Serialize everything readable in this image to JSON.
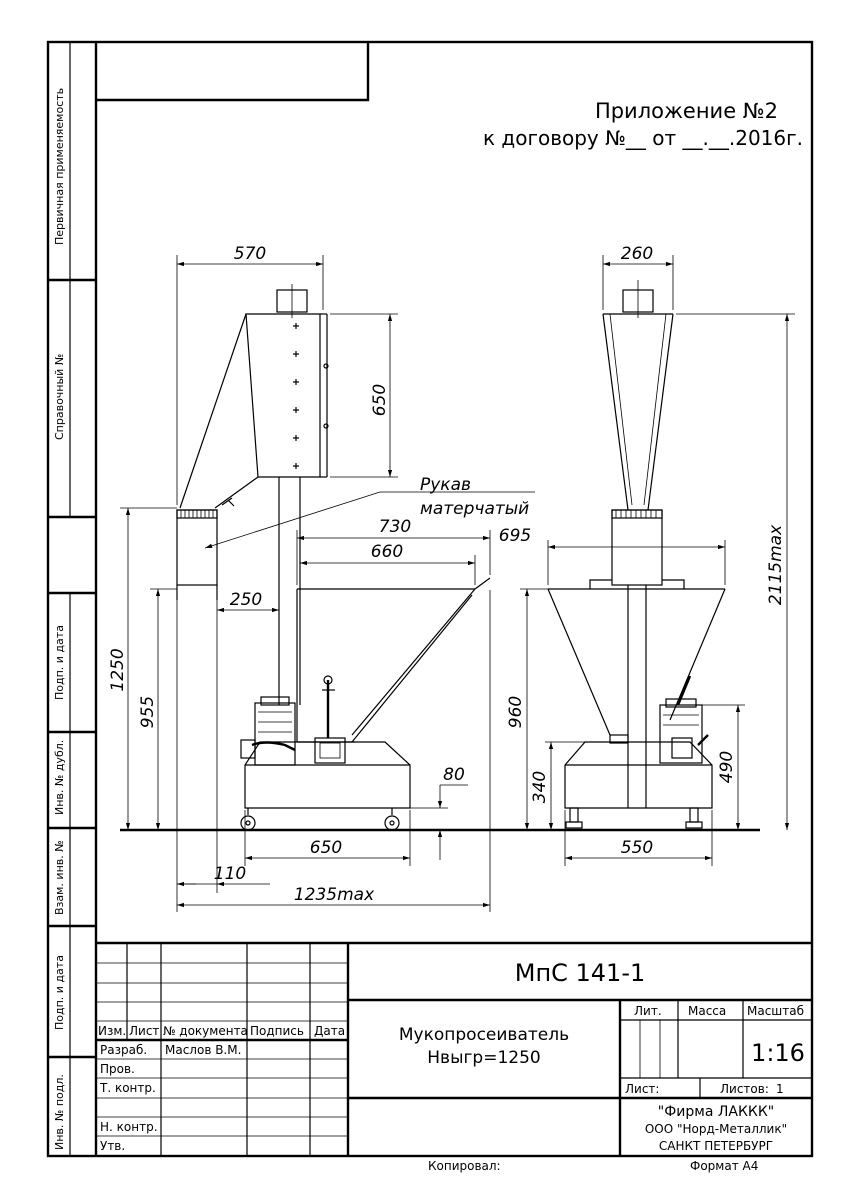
{
  "header": {
    "appendix": "Приложение №2",
    "contract": "к договору №__  от __.__.2016г."
  },
  "side_stamps": {
    "first_use": "Первичная применяемость",
    "reference": "Справочный №",
    "sign_date_1": "Подп. и дата",
    "dup_inv": "Инв. № дубл.",
    "swap_inv": "Взам. инв. №",
    "sign_date_2": "Подп. и дата",
    "orig_inv": "Инв. № подл."
  },
  "annotation": {
    "sleeve_line1": "Рукав",
    "sleeve_line2": "матерчатый"
  },
  "dimensions": {
    "d570": "570",
    "d650_top": "650",
    "d730": "730",
    "d660": "660",
    "d250": "250",
    "d1250": "1250",
    "d955": "955",
    "d80": "80",
    "d650_bottom": "650",
    "d110": "110",
    "d1235": "1235max",
    "d260": "260",
    "d695": "695",
    "d2115": "2115max",
    "d960": "960",
    "d340": "340",
    "d490": "490",
    "d550": "550"
  },
  "title_block": {
    "designation": "МпС 141-1",
    "name_line1": "Мукопросеиватель",
    "name_line2": "Нвыгр=1250",
    "col_izm": "Изм.",
    "col_list": "Лист",
    "col_doc": "№ документа",
    "col_sign": "Подпись",
    "col_date": "Дата",
    "row_razrab": "Разраб.",
    "razrab_name": "Маслов В.М.",
    "row_prov": "Пров.",
    "row_tkontr": "Т. контр.",
    "row_nkontr": "Н. контр.",
    "row_utv": "Утв.",
    "lit": "Лит.",
    "mass": "Масса",
    "scale_label": "Масштаб",
    "scale": "1:16",
    "sheet": "Лист:",
    "sheets": "Листов:",
    "sheets_count": "1",
    "company1": "\"Фирма ЛАККК\"",
    "company2": "ООО \"Норд-Металлик\"",
    "city": "САНКТ ПЕТЕРБУРГ"
  },
  "footer": {
    "copied": "Копировал:",
    "format": "Формат А4"
  }
}
